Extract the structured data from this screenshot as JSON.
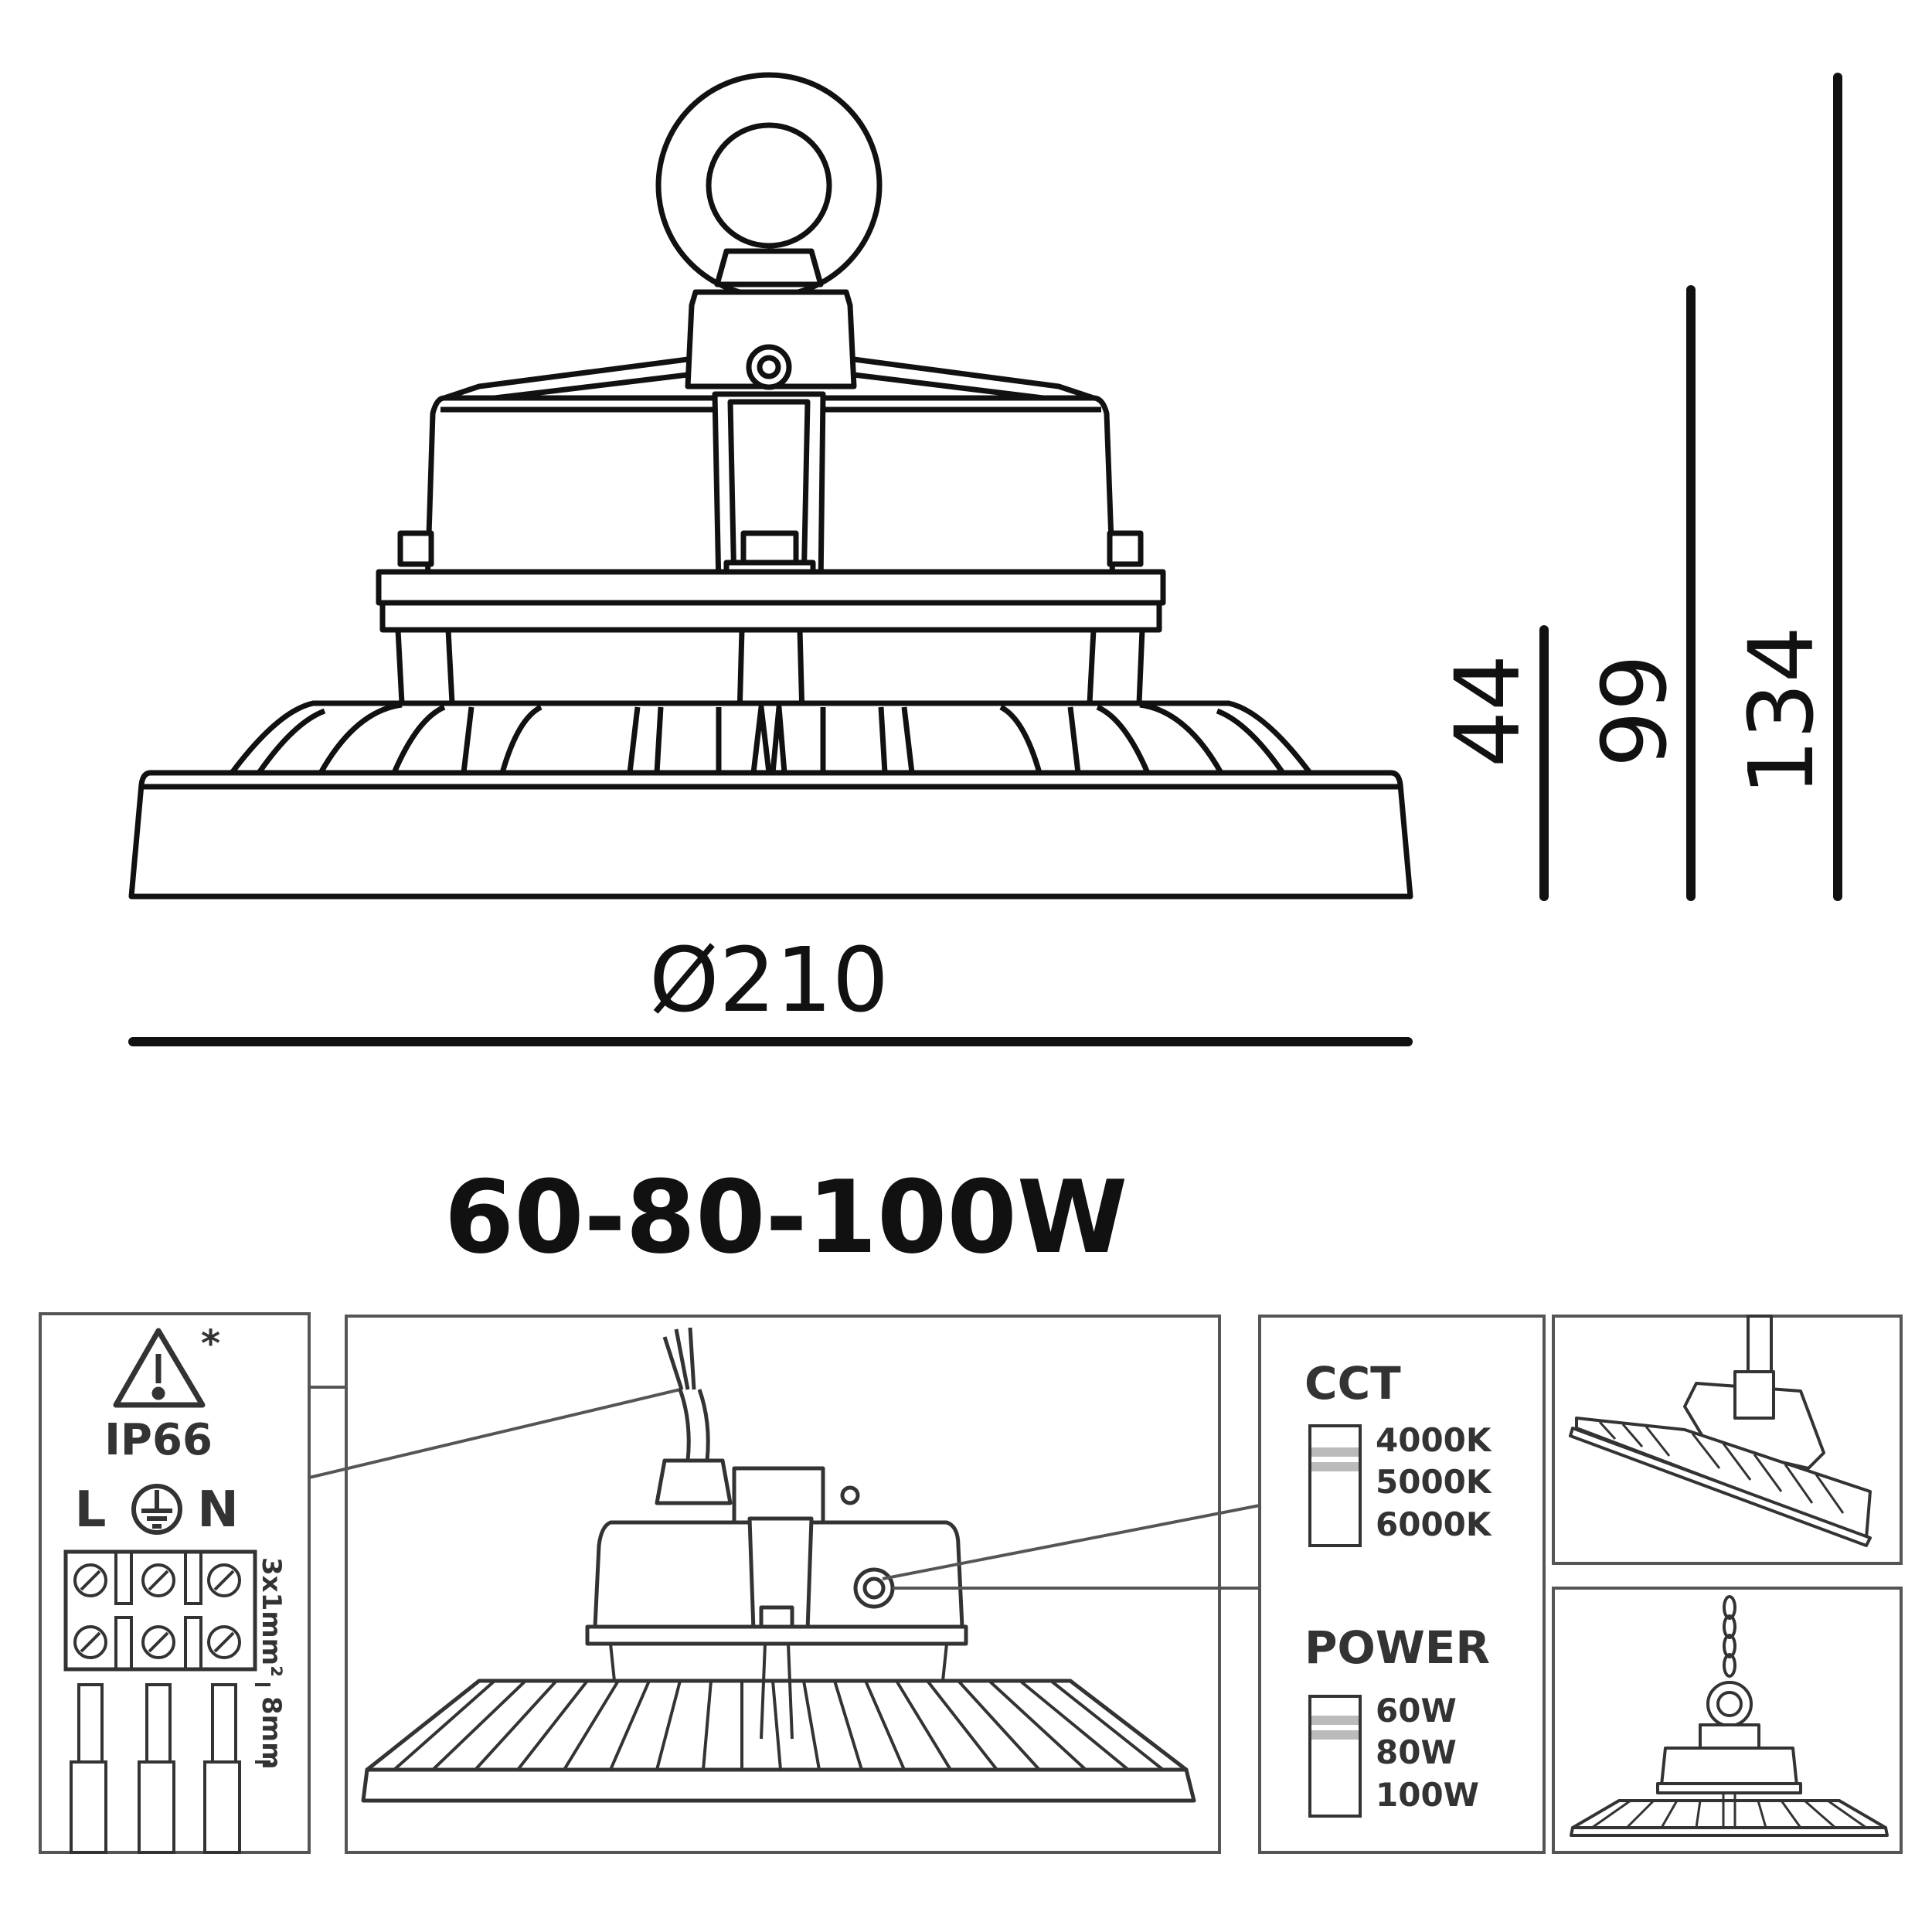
{
  "dimensions": {
    "diameter": "Ø210",
    "height_44": "44",
    "height_99": "99",
    "height_134": "134"
  },
  "title": "60-80-100W",
  "wiring": {
    "ip_rating": "IP66",
    "warning_mark": "*",
    "terminal_L": "L",
    "terminal_N": "N",
    "cable_spec": "3x1mm²",
    "strip_length": "8mm"
  },
  "cct": {
    "label": "CCT",
    "options": [
      "4000K",
      "5000K",
      "6000K"
    ]
  },
  "power": {
    "label": "POWER",
    "options": [
      "60W",
      "80W",
      "100W"
    ]
  },
  "icons": {
    "warning": "warning-triangle-icon",
    "ground": "ground-icon",
    "screw": "screw-terminal-icon"
  }
}
